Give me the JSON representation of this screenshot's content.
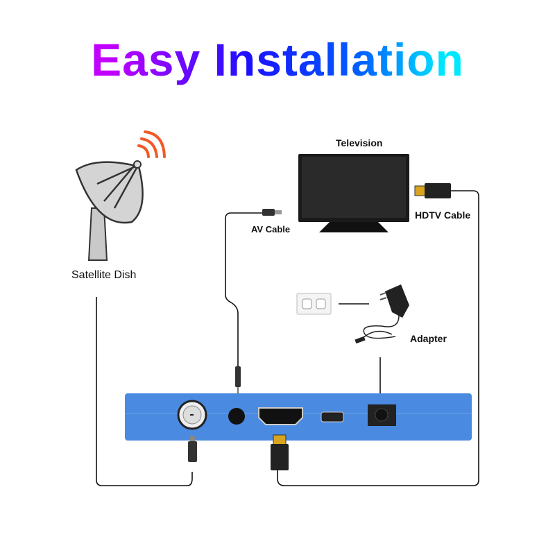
{
  "title": "Easy Installation",
  "labels": {
    "television": "Television",
    "hdtv_cable": "HDTV Cable",
    "av_cable": "AV Cable",
    "satellite_dish": "Satellite Dish",
    "adapter": "Adapter"
  },
  "colors": {
    "box": "#4a8ae0",
    "signal": "#f05a28",
    "line": "#111111"
  }
}
